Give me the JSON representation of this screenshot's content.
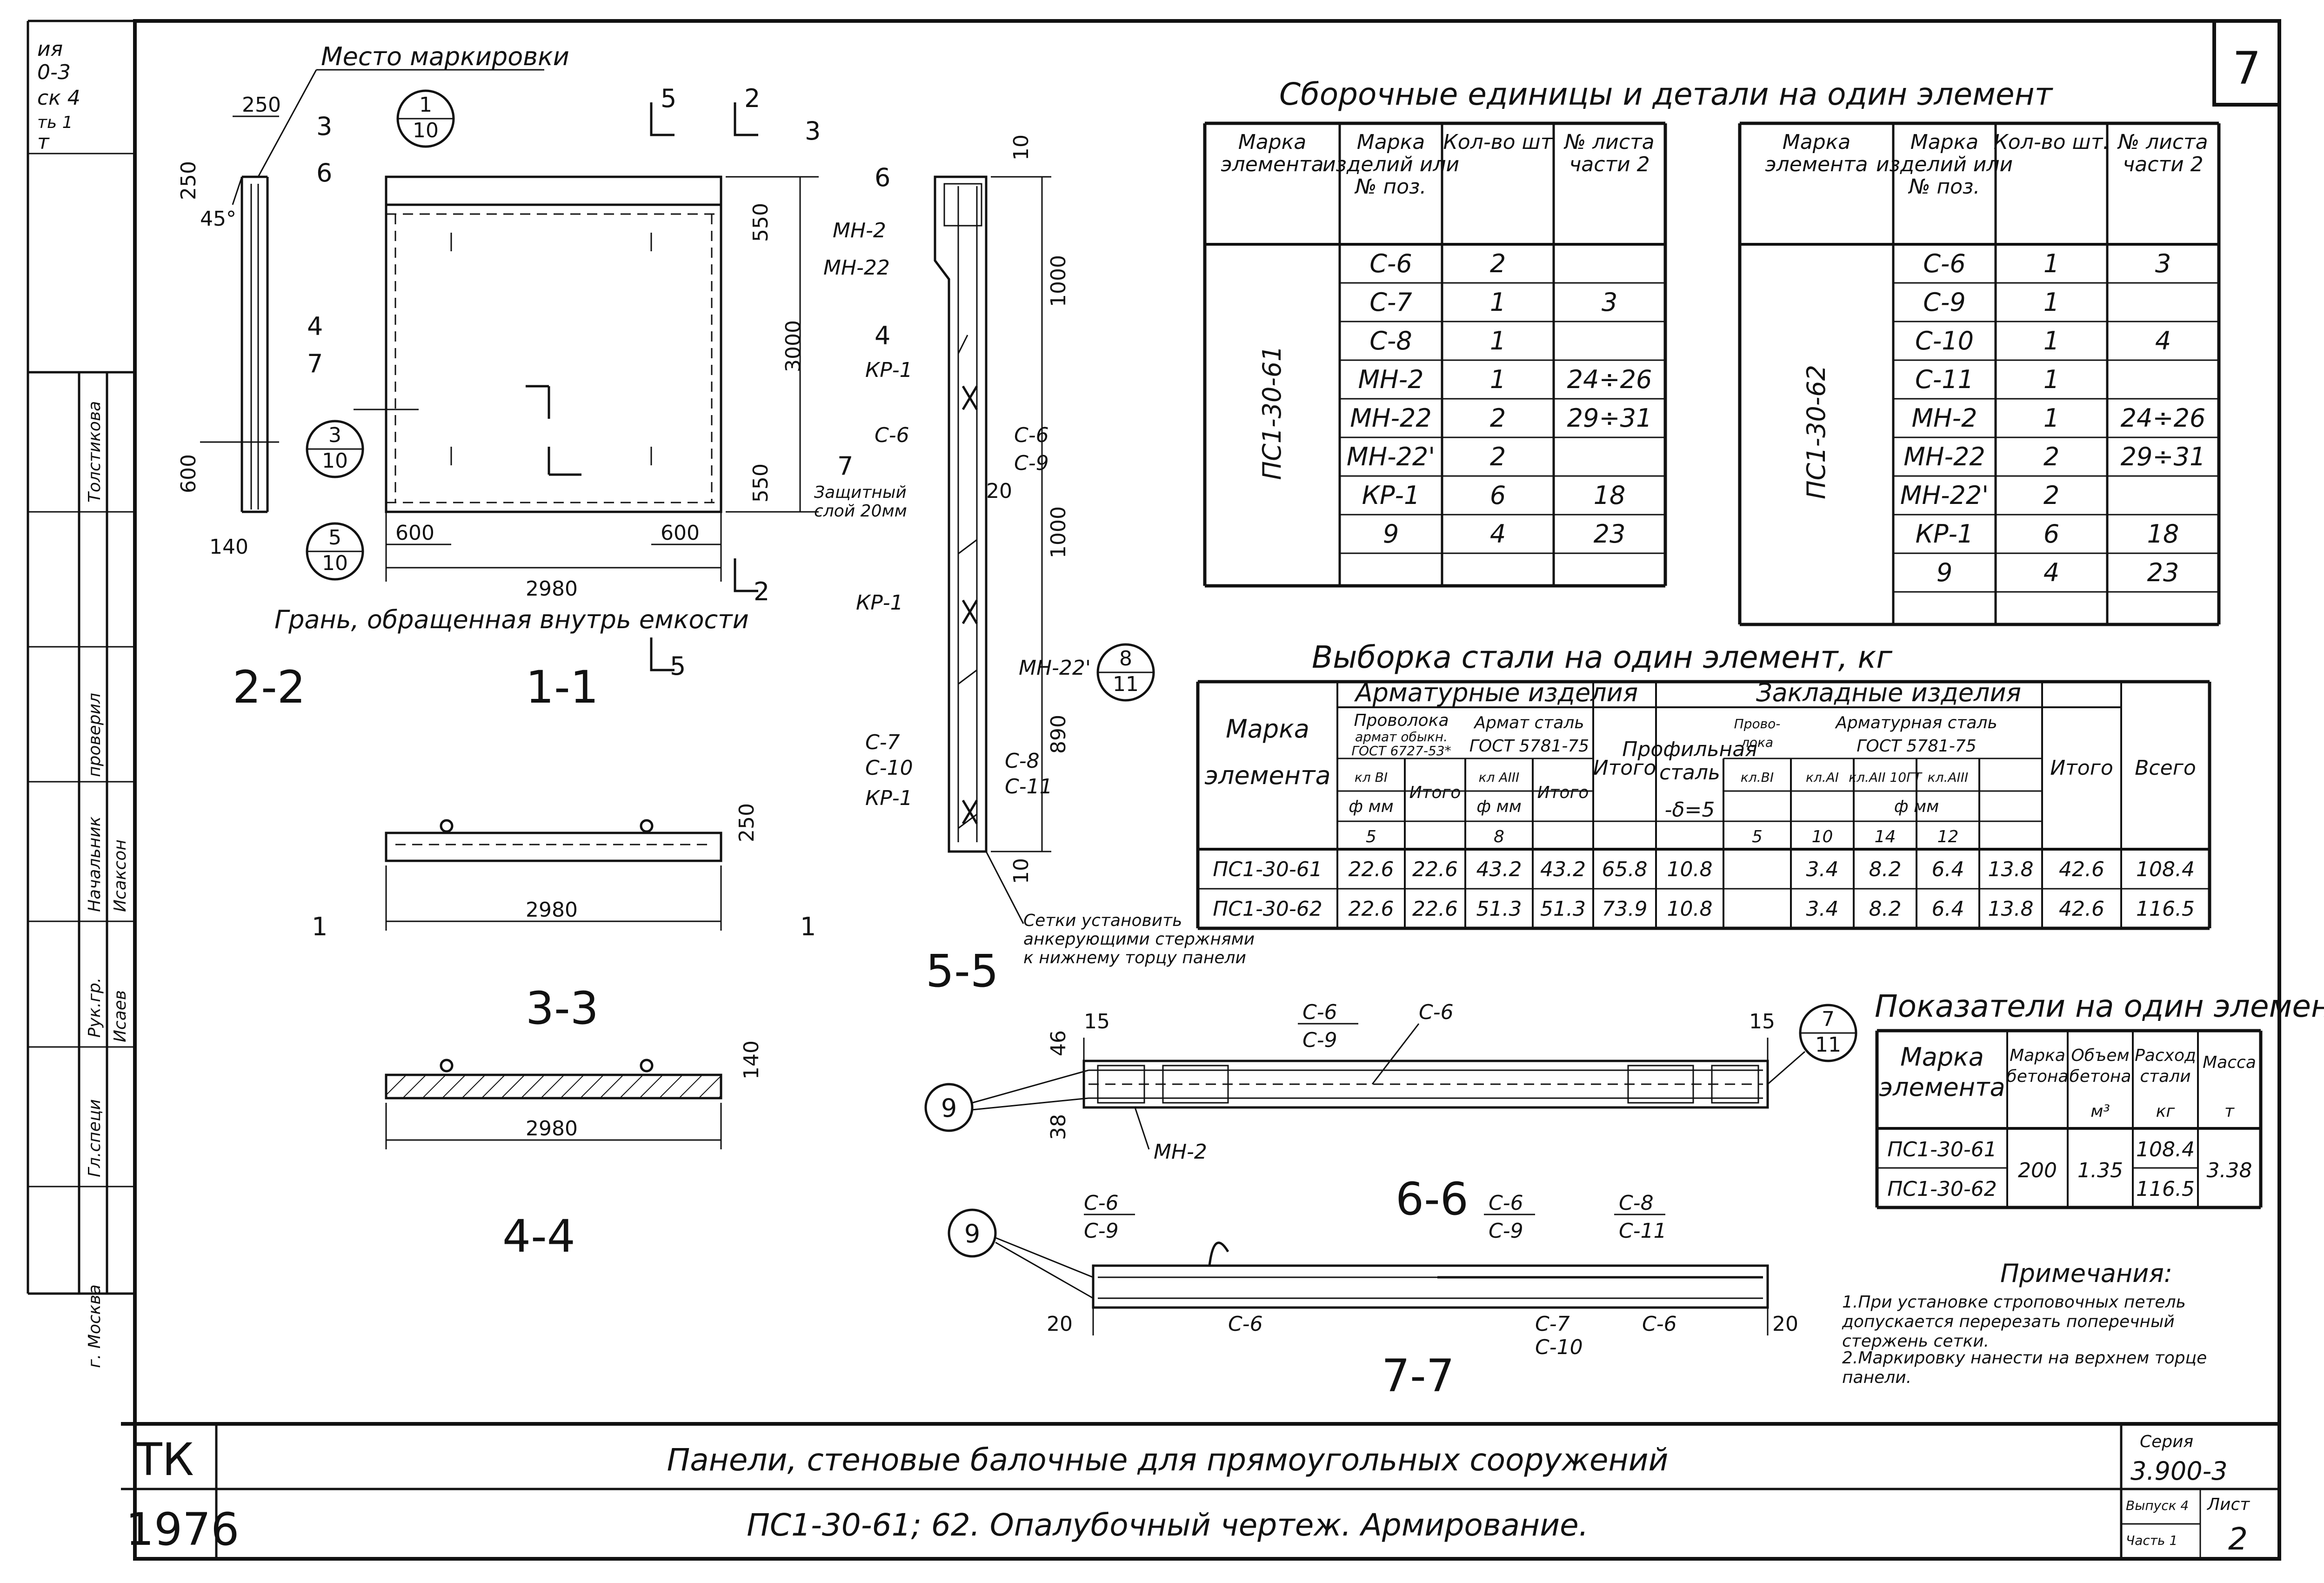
{
  "sheet_number": "7",
  "title_block": {
    "org": "ТК",
    "year": "1976",
    "title_line1": "Панели, стеновые балочные для прямоугольных сооружений",
    "title_line2": "ПС1-30-61; 62. Опалубочный чертеж. Армирование.",
    "series_label": "Серия",
    "series_value": "3.900-3",
    "issue_label": "Выпуск 4",
    "part_label": "Часть 1",
    "sheet_label": "Лист",
    "sheet_value": "2",
    "city": "г. Москва"
  },
  "left_stamp": {
    "top_lines": [
      "ия",
      "0-3",
      "ск 4",
      "ть 1",
      "т"
    ],
    "roles": [
      "Толстикова",
      "проверил",
      "Рук.гр.",
      "Начальник",
      "Гл.специ"
    ],
    "names": [
      "Исаксон",
      "Исаев"
    ]
  },
  "assembly_table": {
    "title": "Сборочные единицы и детали на один элемент",
    "headers": [
      "Марка элемента",
      "Марка изделий или № поз.",
      "Кол-во шт",
      "№ листа части 2"
    ],
    "headers_right": [
      "Марка элемента",
      "Марка изделий или № поз.",
      "Кол-во шт.",
      "№ листа части 2"
    ],
    "left": {
      "element": "ПС1-30-61",
      "rows": [
        [
          "С-6",
          "2",
          ""
        ],
        [
          "С-7",
          "1",
          "3"
        ],
        [
          "С-8",
          "1",
          ""
        ],
        [
          "МН-2",
          "1",
          "24÷26"
        ],
        [
          "МН-22",
          "2",
          "29÷31"
        ],
        [
          "МН-22'",
          "2",
          ""
        ],
        [
          "КР-1",
          "6",
          "18"
        ],
        [
          "9",
          "4",
          "23"
        ]
      ]
    },
    "right": {
      "element": "ПС1-30-62",
      "rows": [
        [
          "С-6",
          "1",
          "3"
        ],
        [
          "С-9",
          "1",
          ""
        ],
        [
          "С-10",
          "1",
          "4"
        ],
        [
          "С-11",
          "1",
          ""
        ],
        [
          "МН-2",
          "1",
          "24÷26"
        ],
        [
          "МН-22",
          "2",
          "29÷31"
        ],
        [
          "МН-22'",
          "2",
          ""
        ],
        [
          "КР-1",
          "6",
          "18"
        ],
        [
          "9",
          "4",
          "23"
        ]
      ]
    }
  },
  "steel_table": {
    "title": "Выборка стали на один элемент, кг",
    "h_element": "Марка элемента",
    "h_reinf": "Арматурные изделия",
    "h_embed": "Закладные изделия",
    "h_wire": "Проволока армат обыкн. ГОСТ 6727-53*",
    "h_rebar": "Армат сталь ГОСТ 5781-75",
    "h_total": "Итого",
    "h_profile": "Профильная сталь",
    "h_wire2": "Проволока",
    "h_rebar2": "Арматурная сталь ГОСТ 5781-75",
    "h_all": "Всего",
    "h_classes": [
      "кл BI",
      "кл AIII",
      "кл.BI",
      "кл.AI",
      "кл.AII 10ГТ",
      "кл.AIII"
    ],
    "h_dia": "ф мм",
    "h_diams": [
      "5",
      "8",
      "5",
      "10",
      "14",
      "12"
    ],
    "h_delta": "-δ=5",
    "rows": [
      [
        "ПС1-30-61",
        "22.6",
        "22.6",
        "43.2",
        "43.2",
        "65.8",
        "10.8",
        "",
        "3.4",
        "8.2",
        "6.4",
        "13.8",
        "42.6",
        "108.4"
      ],
      [
        "ПС1-30-62",
        "22.6",
        "22.6",
        "51.3",
        "51.3",
        "73.9",
        "10.8",
        "",
        "3.4",
        "8.2",
        "6.4",
        "13.8",
        "42.6",
        "116.5"
      ]
    ]
  },
  "indicators_table": {
    "title": "Показатели на один элемент",
    "headers": [
      "Марка элемента",
      "Марка бетона",
      "Объем бетона м³",
      "Расход стали кг",
      "Масса т"
    ],
    "rows": [
      [
        "ПС1-30-61",
        "200",
        "1.35",
        "108.4",
        "3.38"
      ],
      [
        "ПС1-30-62",
        "",
        "",
        "116.5",
        ""
      ]
    ]
  },
  "notes": {
    "heading": "Примечания:",
    "items": [
      "1.При установке строповочных петель допускается перерезать поперечный стержень сетки.",
      "2.Маркировку нанести на верхнем торце панели."
    ]
  },
  "drawing": {
    "marking_place": "Место маркировки",
    "inner_face": "Грань, обращенная внутрь емкости",
    "protective_layer": "Защитный слой 20мм",
    "mesh_note": "Сетки установить анкерующими стержнями к нижнему торцу панели",
    "sections": [
      "2-2",
      "1-1",
      "3-3",
      "4-4",
      "5-5",
      "6-6",
      "7-7"
    ],
    "dims": [
      "250",
      "250",
      "45°",
      "600",
      "140",
      "600",
      "600",
      "2980",
      "550",
      "3000",
      "550",
      "10",
      "1000",
      "1000",
      "890",
      "10",
      "20",
      "250",
      "2980",
      "140",
      "2980",
      "15",
      "15",
      "46",
      "38",
      "20",
      "20"
    ],
    "callouts": [
      [
        "1",
        "10"
      ],
      [
        "3",
        "10"
      ],
      [
        "5",
        "10"
      ],
      [
        "8",
        "11"
      ],
      [
        "7",
        "11"
      ]
    ],
    "pos9": "9",
    "labels_55": [
      "МН-2",
      "МН-22",
      "КР-1",
      "С-6",
      "С-6",
      "С-9",
      "КР-1",
      "МН-22'",
      "С-7",
      "С-10",
      "КР-1",
      "С-8",
      "С-11"
    ],
    "labels_66": [
      "С-6",
      "С-9",
      "С-6",
      "МН-2"
    ],
    "labels_77": [
      "С-6",
      "С-9",
      "С-6",
      "С-9",
      "С-8",
      "С-11",
      "С-6",
      "С-7",
      "С-10",
      "С-6"
    ],
    "cut_marks": [
      "3",
      "6",
      "4",
      "7",
      "5",
      "2",
      "3",
      "6",
      "4",
      "7",
      "2",
      "5",
      "1",
      "1"
    ]
  }
}
